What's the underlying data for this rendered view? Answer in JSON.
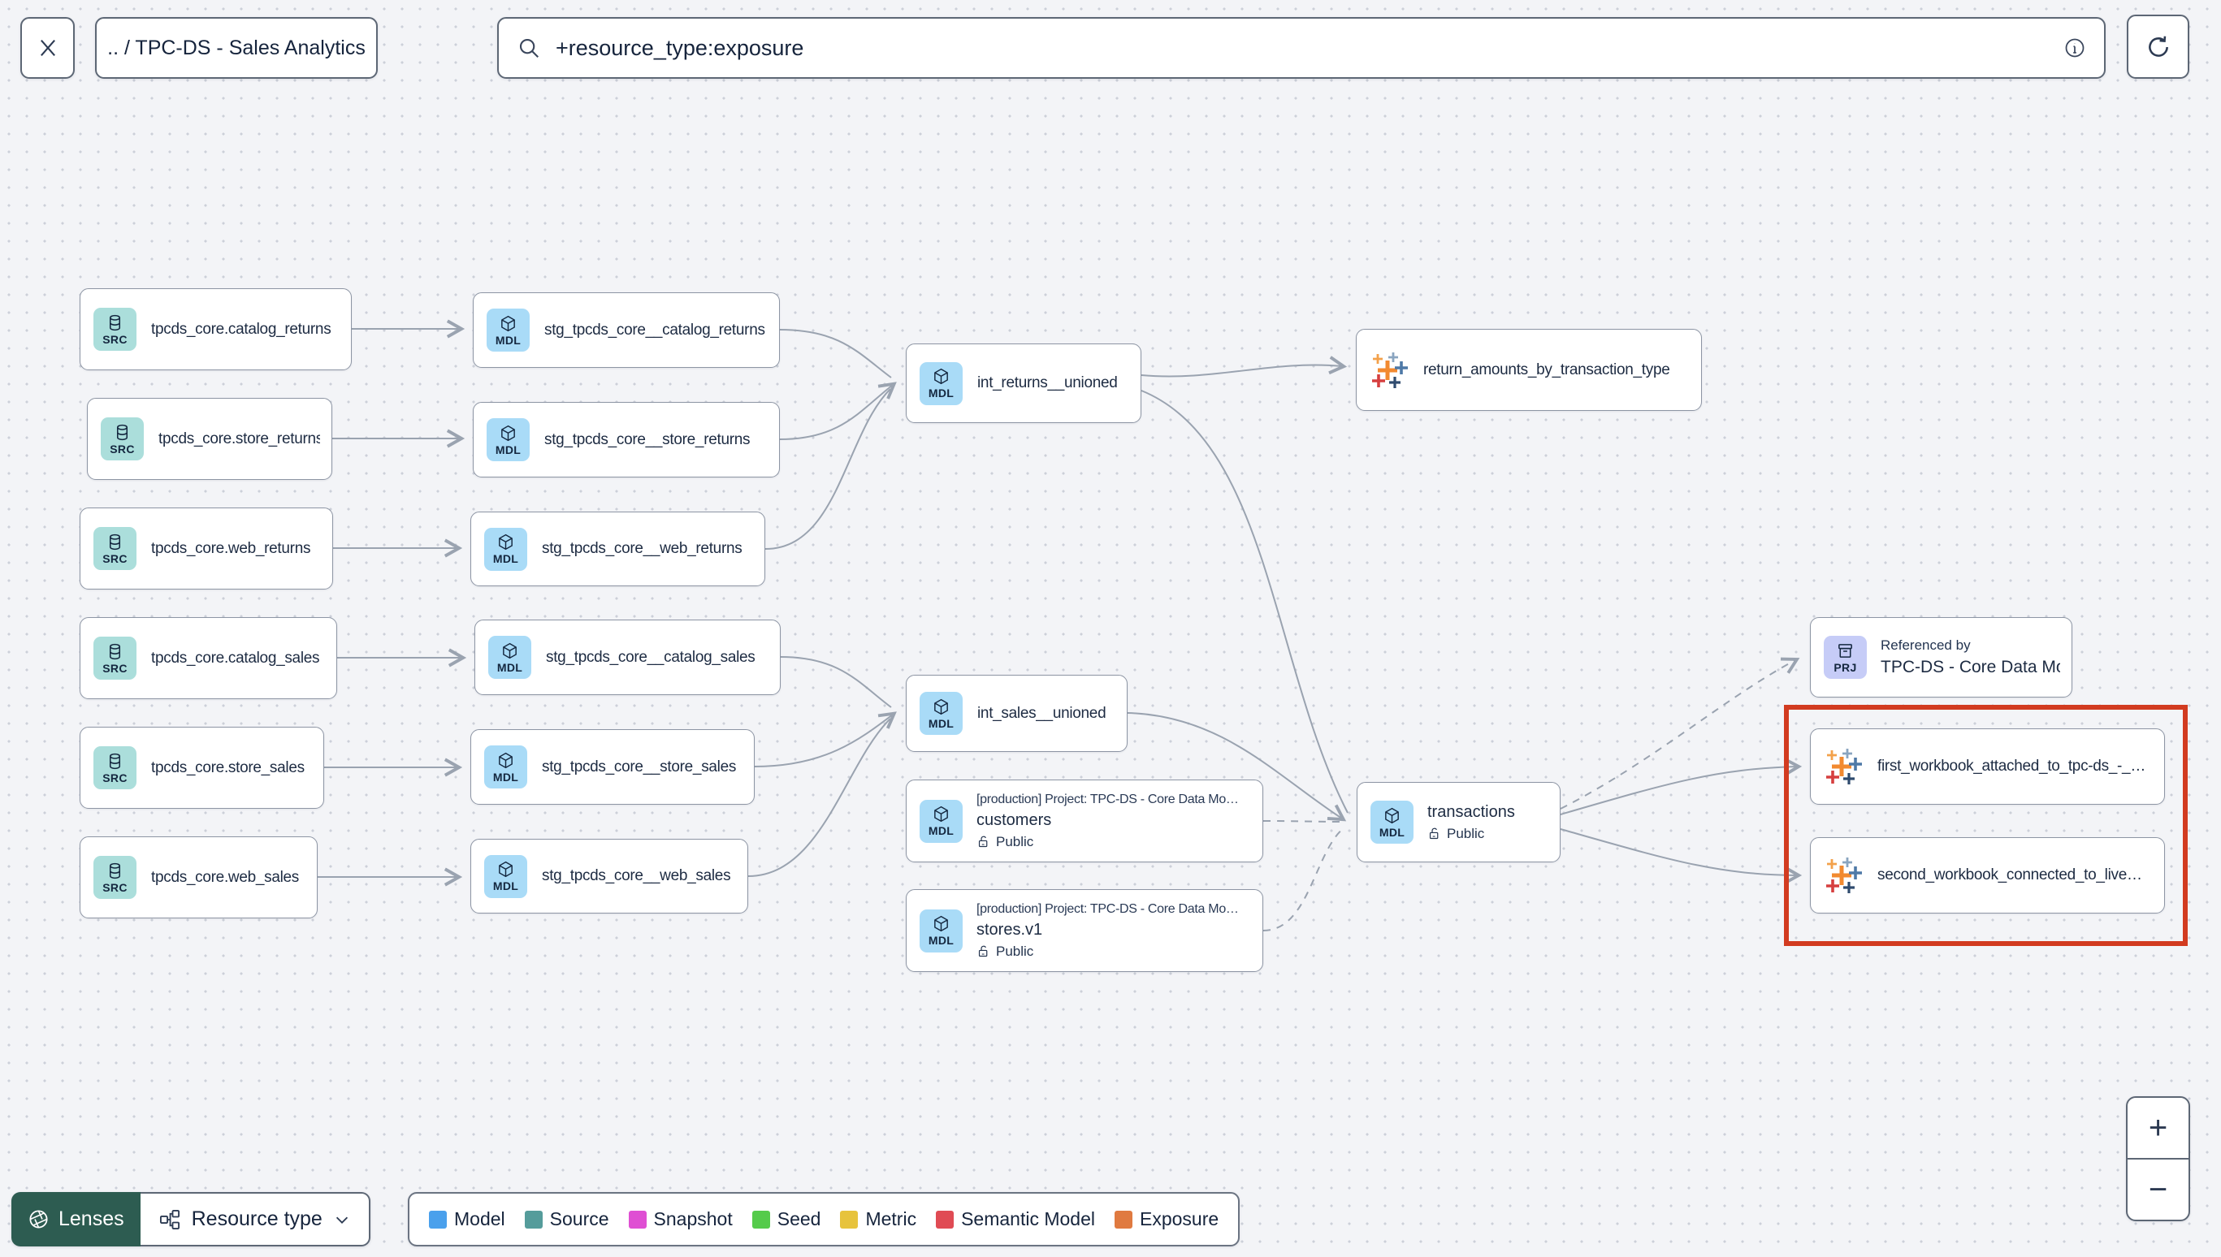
{
  "toolbar": {
    "breadcrumb": ".. / TPC-DS - Sales Analytics",
    "search_value": "+resource_type:exposure"
  },
  "icons": {
    "close": "close-icon",
    "search": "magnifier-icon",
    "info": "info-circle-icon",
    "refresh": "refresh-icon",
    "source": "database-icon",
    "model": "cube-icon",
    "project": "archive-icon",
    "exposure": "tableau-icon",
    "access": "lock-open-icon",
    "lenses": "aperture-icon",
    "resource_type": "workflow-icon",
    "dropdown": "chevron-down-icon"
  },
  "graph": {
    "nodes": [
      {
        "badge": "SRC",
        "label": "tpcds_core.catalog_returns"
      },
      {
        "badge": "SRC",
        "label": "tpcds_core.store_returns"
      },
      {
        "badge": "SRC",
        "label": "tpcds_core.web_returns"
      },
      {
        "badge": "SRC",
        "label": "tpcds_core.catalog_sales"
      },
      {
        "badge": "SRC",
        "label": "tpcds_core.store_sales"
      },
      {
        "badge": "SRC",
        "label": "tpcds_core.web_sales"
      },
      {
        "badge": "MDL",
        "label": "stg_tpcds_core__catalog_returns"
      },
      {
        "badge": "MDL",
        "label": "stg_tpcds_core__store_returns"
      },
      {
        "badge": "MDL",
        "label": "stg_tpcds_core__web_returns"
      },
      {
        "badge": "MDL",
        "label": "stg_tpcds_core__catalog_sales"
      },
      {
        "badge": "MDL",
        "label": "stg_tpcds_core__store_sales"
      },
      {
        "badge": "MDL",
        "label": "stg_tpcds_core__web_sales"
      },
      {
        "badge": "MDL",
        "label": "int_returns__unioned"
      },
      {
        "label": "return_amounts_by_transaction_type"
      },
      {
        "badge": "MDL",
        "label": "int_sales__unioned"
      },
      {
        "badge": "MDL",
        "project": "[production] Project: TPC-DS - Core Data Mo…",
        "label": "customers",
        "access": "Public"
      },
      {
        "badge": "MDL",
        "project": "[production] Project: TPC-DS - Core Data Mo…",
        "label": "stores.v1",
        "access": "Public"
      },
      {
        "badge": "MDL",
        "label": "transactions",
        "access": "Public"
      },
      {
        "badge": "PRJ",
        "kicker": "Referenced by",
        "label": "TPC-DS - Core Data Models"
      },
      {
        "label": "first_workbook_attached_to_tpc-ds_-_…"
      },
      {
        "label": "second_workbook_connected_to_live…"
      }
    ]
  },
  "lens_bar": {
    "lenses": "Lenses",
    "resource_type": "Resource type"
  },
  "legend": {
    "items": [
      {
        "label": "Model",
        "color": "#4aa0ec"
      },
      {
        "label": "Source",
        "color": "#559c9b"
      },
      {
        "label": "Snapshot",
        "color": "#df4fd3"
      },
      {
        "label": "Seed",
        "color": "#55cb4b"
      },
      {
        "label": "Metric",
        "color": "#e7c33c"
      },
      {
        "label": "Semantic Model",
        "color": "#e04b54"
      },
      {
        "label": "Exposure",
        "color": "#e07a40"
      }
    ]
  },
  "zoom_controls": {
    "zoom_in": "+",
    "zoom_out": "−"
  },
  "colors": {
    "highlight": "#d23b20",
    "edge": "#9aa3b0"
  }
}
